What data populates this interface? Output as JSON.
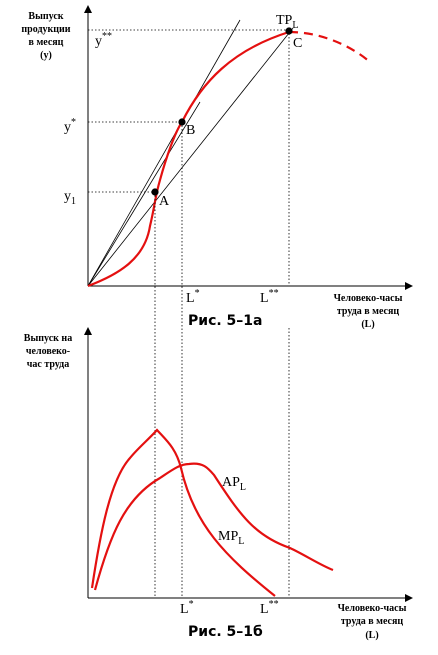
{
  "top_chart": {
    "y_axis_title": [
      "Выпуск",
      "продукции",
      "в месяц",
      "(у)"
    ],
    "x_axis_title": [
      "Человеко-часы",
      "труда в месяц",
      "(L)"
    ],
    "y_labels": {
      "y_star_star": "у**",
      "y_star": "у*",
      "y_one": "у1"
    },
    "x_labels": {
      "l_star": "L*",
      "l_star_star": "L**"
    },
    "points": {
      "a": "A",
      "b": "B",
      "c": "C"
    },
    "curve_label": "TPL",
    "caption": "Рис. 5–1а"
  },
  "bottom_chart": {
    "y_axis_title": [
      "Выпуск на",
      "человеко-",
      "час труда"
    ],
    "x_axis_title": [
      "Человеко-часы",
      "труда в месяц",
      "(L)"
    ],
    "x_labels": {
      "l_star": "L*",
      "l_star_star": "L**"
    },
    "curve_labels": {
      "ap": "APL",
      "mp": "MPL"
    },
    "caption": "Рис. 5–1б"
  },
  "colors": {
    "curve": "#e41010",
    "axes": "#000000"
  }
}
